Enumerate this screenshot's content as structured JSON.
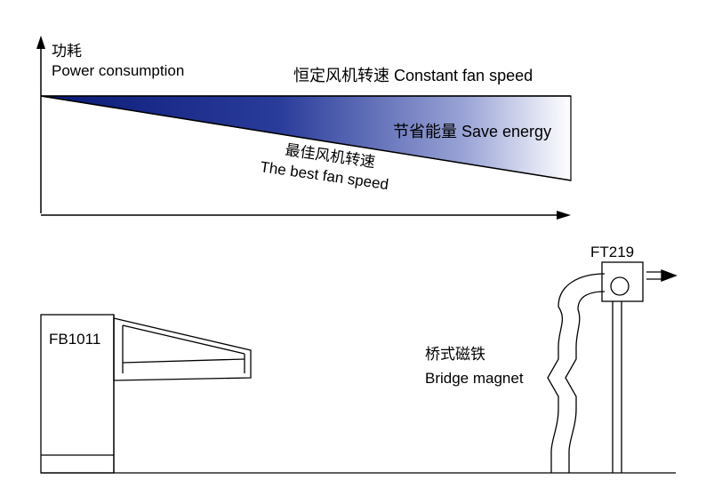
{
  "energy_chart": {
    "y_axis_label_cn": "功耗",
    "y_axis_label_en": "Power consumption",
    "constant_speed_label": "恒定风机转速 Constant fan  speed",
    "save_energy_label": "节省能量  Save energy",
    "best_speed_label_cn": "最佳风机转速",
    "best_speed_label_en": "The best fan speed",
    "gradient_start_color": "#0a1a78",
    "gradient_end_color": "#ffffff"
  },
  "equipment": {
    "machine_label": "FB1011",
    "fan_unit_label": "FT219",
    "magnet_label_cn": "桥式磁铁",
    "magnet_label_en": "Bridge magnet"
  }
}
